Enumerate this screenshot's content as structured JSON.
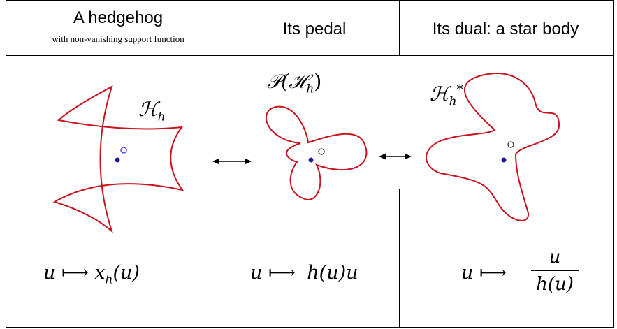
{
  "columns": [
    {
      "title": "A hedgehog",
      "subtitle": "with non-vanishing support function",
      "curve_label": {
        "base": "ℋ",
        "sub": "h"
      },
      "map": {
        "left": "u",
        "arrow": "⟼",
        "right_main": "x",
        "right_sub": "h",
        "right_tail": "(u)"
      }
    },
    {
      "title": "Its pedal",
      "curve_label": {
        "base": "𝒫(ℋ",
        "sub": "h",
        "tail": ")"
      },
      "map": {
        "left": "u",
        "arrow": "⟼",
        "right": "h(u)u"
      }
    },
    {
      "title": "Its dual: a star body",
      "curve_label": {
        "base": "ℋ",
        "sub": "h",
        "sup": "*"
      },
      "map": {
        "left": "u",
        "arrow": "⟼",
        "numerator": "u",
        "denominator": "h(u)"
      }
    }
  ],
  "colors": {
    "curve": "#c8141e",
    "origin_filled": "#1a1aa0",
    "origin_hollow_col1": "#3c3cff",
    "origin_hollow": "#333333",
    "lines": "#000000"
  },
  "icons": [
    "double-arrow-icon",
    "double-arrow-icon"
  ]
}
